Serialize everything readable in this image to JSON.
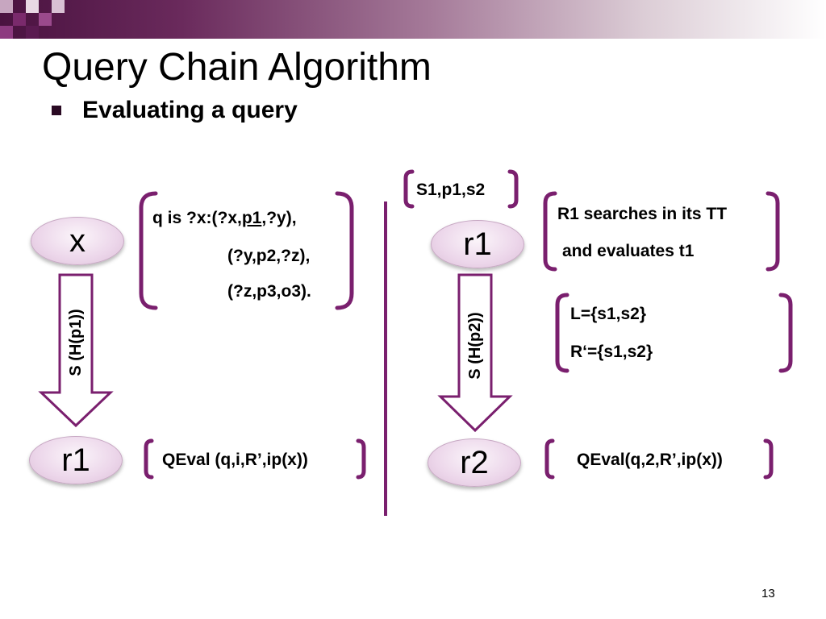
{
  "slide": {
    "title": "Query Chain Algorithm",
    "bullet": "Evaluating a query",
    "page_number": "13"
  },
  "left": {
    "node_x": "x",
    "node_r1": "r1",
    "arrow_label": "S (H(p1))",
    "query_prefix": "q is ?x:(?x,",
    "query_underlined": "p1",
    "query_suffix": ",?y),",
    "query_line2": "(?y,p2,?z),",
    "query_line3": "(?z,p3,o3).",
    "qeval": "QEval (q,i,R’,ip(x))"
  },
  "right": {
    "top_label": "S1,p1,s2",
    "node_r1": "r1",
    "node_r2": "r2",
    "arrow_label": "S (H(p2))",
    "note_line1": "R1 searches in its TT",
    "note_line2": "and evaluates t1",
    "set_line1": "L={s1,s2}",
    "set_line2": "R‘={s1,s2}",
    "qeval": "QEval(q,2,R’,ip(x))"
  },
  "colors": {
    "bracket": "#7a1f6e",
    "divider": "#7a1f6e",
    "header_dark": "#4a1240",
    "node_fill": "#ecd6ea"
  }
}
